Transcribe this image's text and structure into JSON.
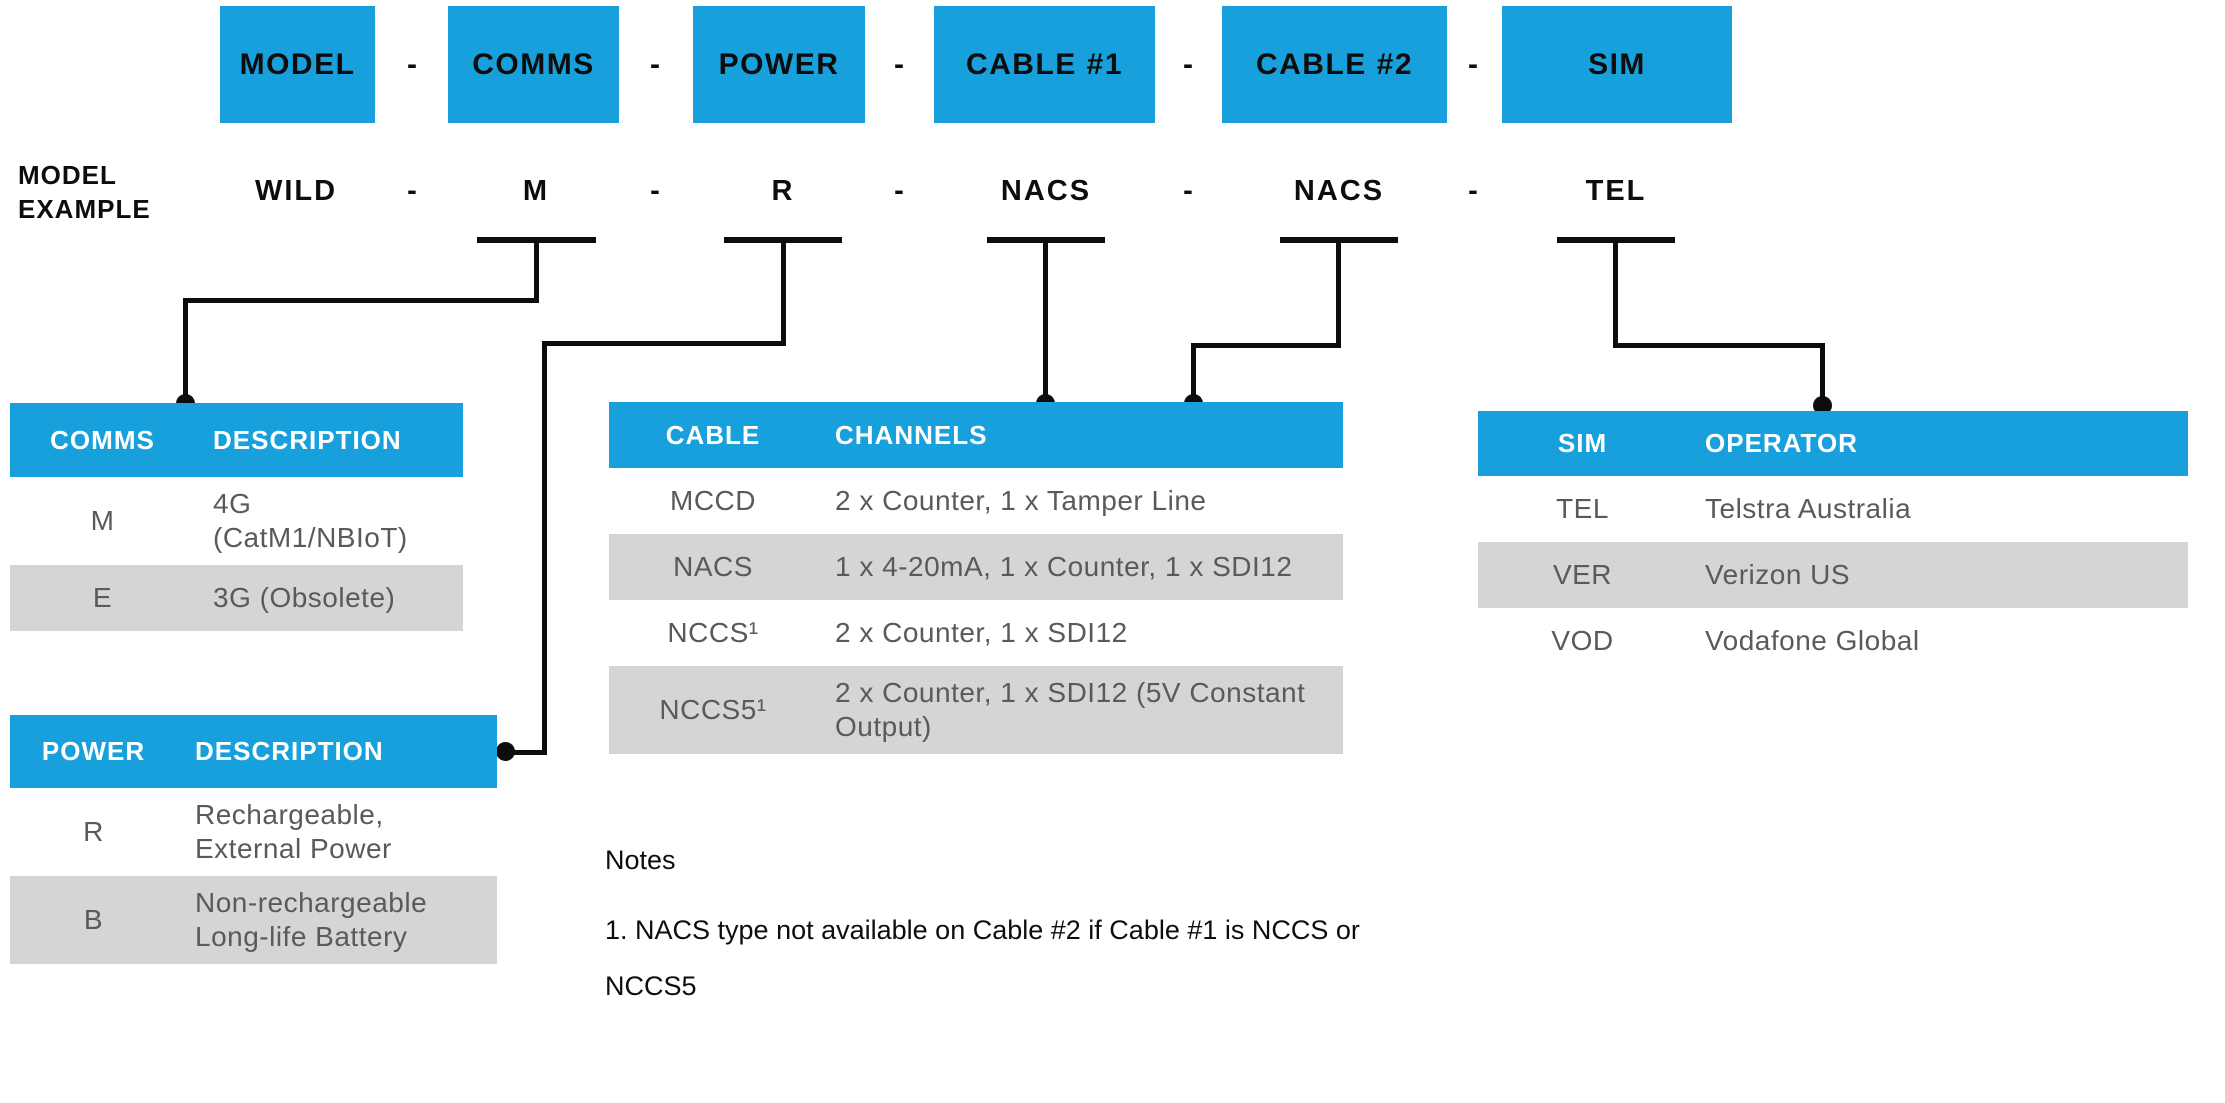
{
  "colors": {
    "accent_blue": "#17A0DB",
    "row_gray": "#D4D5D6",
    "body_text_gray": "#595A5C",
    "line_black": "#0d0d0d"
  },
  "header_row": {
    "separator": "-",
    "boxes": [
      "MODEL",
      "COMMS",
      "POWER",
      "CABLE #1",
      "CABLE #2",
      "SIM"
    ]
  },
  "example_row": {
    "label_line1": "MODEL",
    "label_line2": "EXAMPLE",
    "separator": "-",
    "values": [
      "WILD",
      "M",
      "R",
      "NACS",
      "NACS",
      "TEL"
    ]
  },
  "tables": {
    "comms": {
      "col1": "COMMS",
      "col2": "DESCRIPTION",
      "rows": [
        {
          "code": "M",
          "desc": "4G (CatM1/NBIoT)"
        },
        {
          "code": "E",
          "desc": "3G (Obsolete)"
        }
      ]
    },
    "power": {
      "col1": "POWER",
      "col2": "DESCRIPTION",
      "rows": [
        {
          "code": "R",
          "desc": "Rechargeable, External Power"
        },
        {
          "code": "B",
          "desc": "Non-rechargeable Long-life Battery"
        }
      ]
    },
    "cable": {
      "col1": "CABLE",
      "col2": "CHANNELS",
      "rows": [
        {
          "code": "MCCD",
          "desc": "2 x Counter, 1 x Tamper Line"
        },
        {
          "code": "NACS",
          "desc": "1 x 4-20mA, 1 x Counter, 1 x SDI12"
        },
        {
          "code": "NCCS¹",
          "desc": "2 x Counter, 1 x SDI12"
        },
        {
          "code": "NCCS5¹",
          "desc": "2 x Counter, 1 x SDI12 (5V Constant Output)"
        }
      ]
    },
    "sim": {
      "col1": "SIM",
      "col2": "OPERATOR",
      "rows": [
        {
          "code": "TEL",
          "desc": "Telstra Australia"
        },
        {
          "code": "VER",
          "desc": "Verizon US"
        },
        {
          "code": "VOD",
          "desc": "Vodafone Global"
        }
      ]
    }
  },
  "notes": {
    "title": "Notes",
    "items": [
      "1.  NACS type not available on Cable #2 if Cable #1 is NCCS or NCCS5"
    ]
  }
}
